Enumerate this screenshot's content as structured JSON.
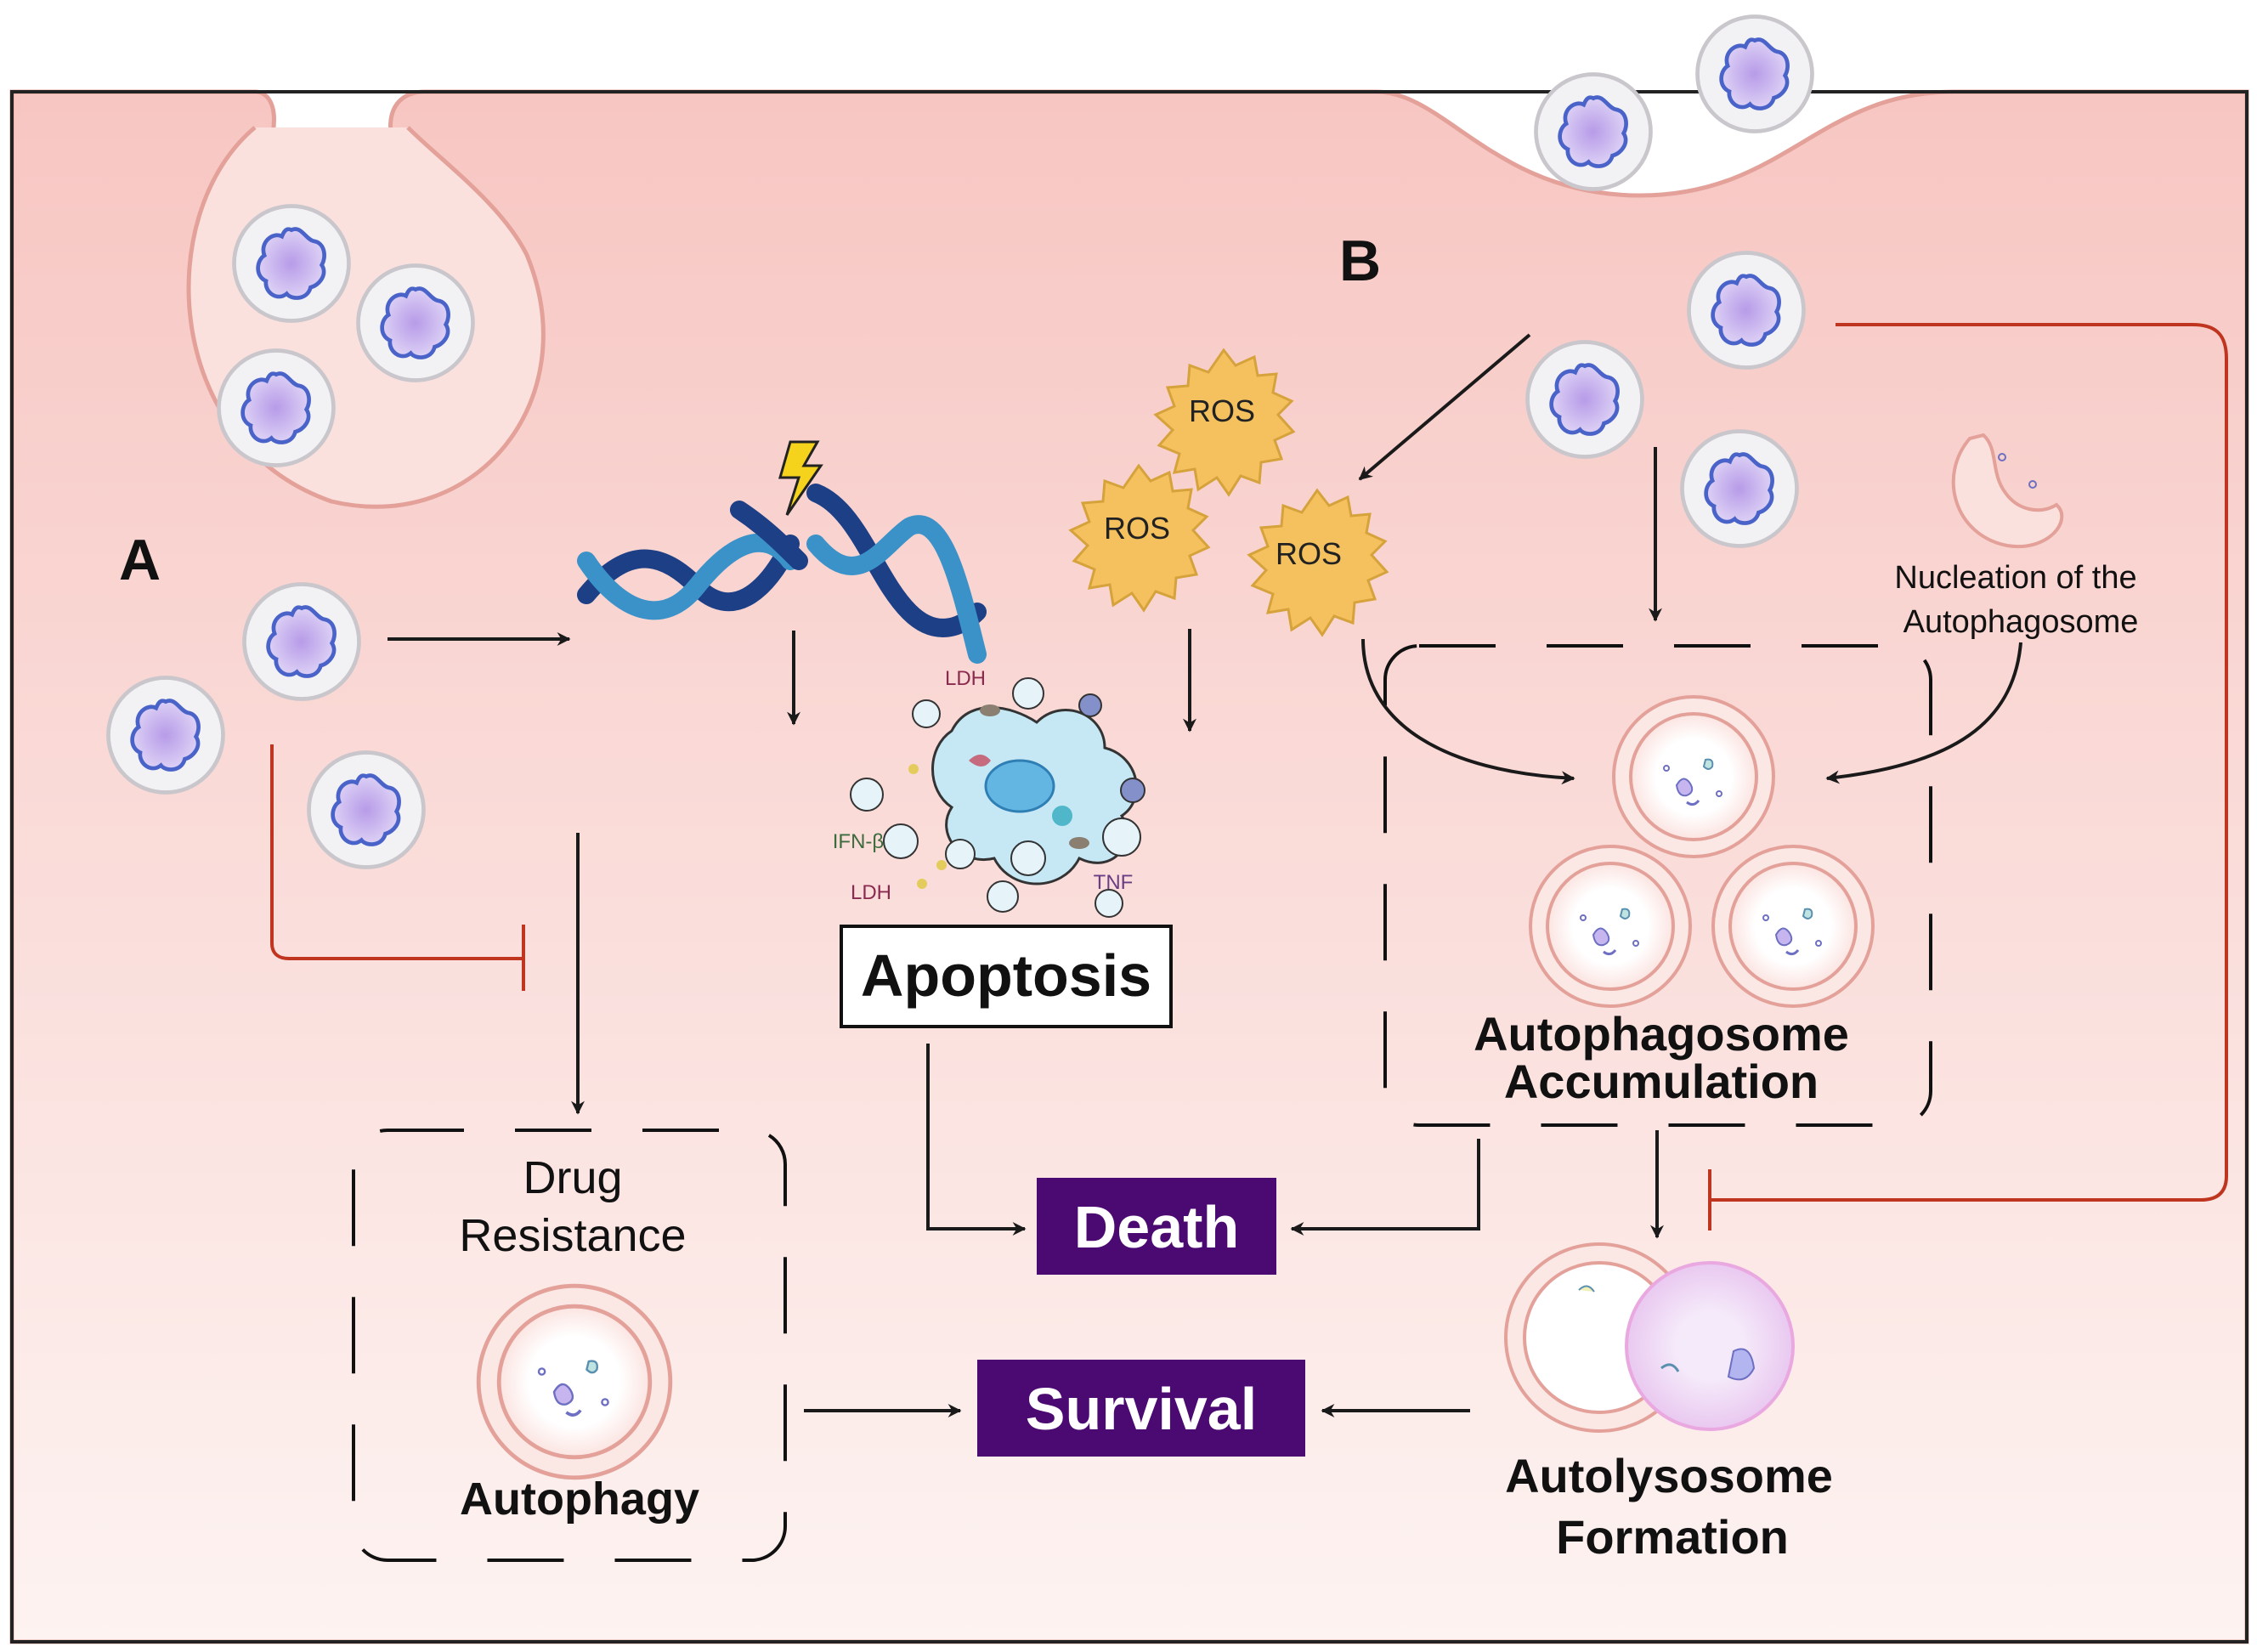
{
  "panels": {
    "a": "A",
    "b": "B"
  },
  "labels": {
    "ros": "ROS",
    "ldh": "LDH",
    "ifn": "IFN-β",
    "tnf": "TNF",
    "apoptosis": "Apoptosis",
    "death": "Death",
    "survival": "Survival",
    "drug_resistance_1": "Drug",
    "drug_resistance_2": "Resistance",
    "autophagy": "Autophagy",
    "nucleation_1": "Nucleation of the",
    "nucleation_2": "Autophagosome",
    "accumulation_1": "Autophagosome",
    "accumulation_2": "Accumulation",
    "autolysosome_1": "Autolysosome",
    "autolysosome_2": "Formation"
  },
  "colors": {
    "background_top": "#f7c6c2",
    "background_bottom": "#fdf3f1",
    "membrane": "#e3a19a",
    "outcome_box": "#4b0a72",
    "inhibition": "#c0351f",
    "ros_fill": "#f4c15e",
    "dna_dark": "#1c3f86",
    "dna_light": "#3b92c9"
  }
}
